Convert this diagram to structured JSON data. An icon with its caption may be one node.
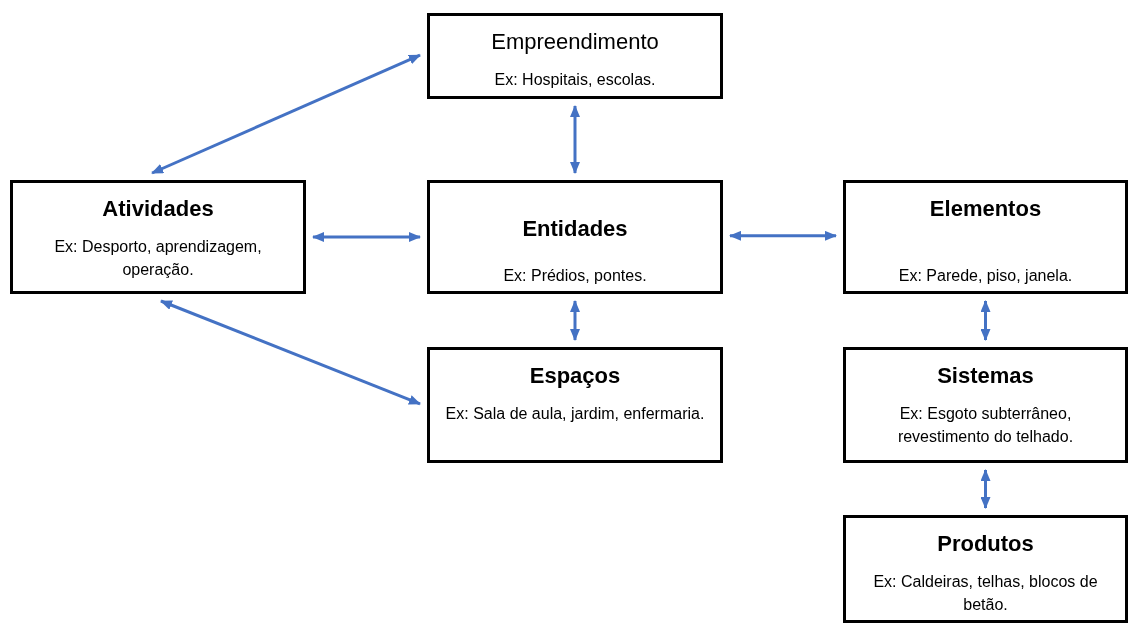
{
  "diagram": {
    "nodes": [
      {
        "text": [
          "Empreendimento",
          "Ex: Hospitais, escolas."
        ]
      },
      {
        "text": [
          "Atividades",
          "Ex: Desporto, aprendizagem, operação."
        ]
      },
      {
        "text": [
          "Entidades",
          "Ex: Prédios, pontes."
        ]
      },
      {
        "text": [
          "Elementos",
          "Ex: Parede, piso, janela."
        ]
      },
      {
        "text": [
          "Espaços",
          "Ex: Sala de aula, jardim, enfermaria."
        ]
      },
      {
        "text": [
          "Sistemas",
          "Ex: Esgoto subterrâneo, revestimento do telhado."
        ]
      },
      {
        "text": [
          "Produtos",
          "Ex: Caldeiras, telhas, blocos de betão."
        ]
      }
    ],
    "edges": [
      {
        "from": 1,
        "to": 0,
        "arrow": "both"
      },
      {
        "from": 0,
        "to": 2,
        "arrow": "both"
      },
      {
        "from": 1,
        "to": 2,
        "arrow": "both"
      },
      {
        "from": 2,
        "to": 3,
        "arrow": "both"
      },
      {
        "from": 2,
        "to": 4,
        "arrow": "both"
      },
      {
        "from": 1,
        "to": 4,
        "arrow": "both"
      },
      {
        "from": 3,
        "to": 5,
        "arrow": "both"
      },
      {
        "from": 5,
        "to": 6,
        "arrow": "both"
      }
    ]
  }
}
